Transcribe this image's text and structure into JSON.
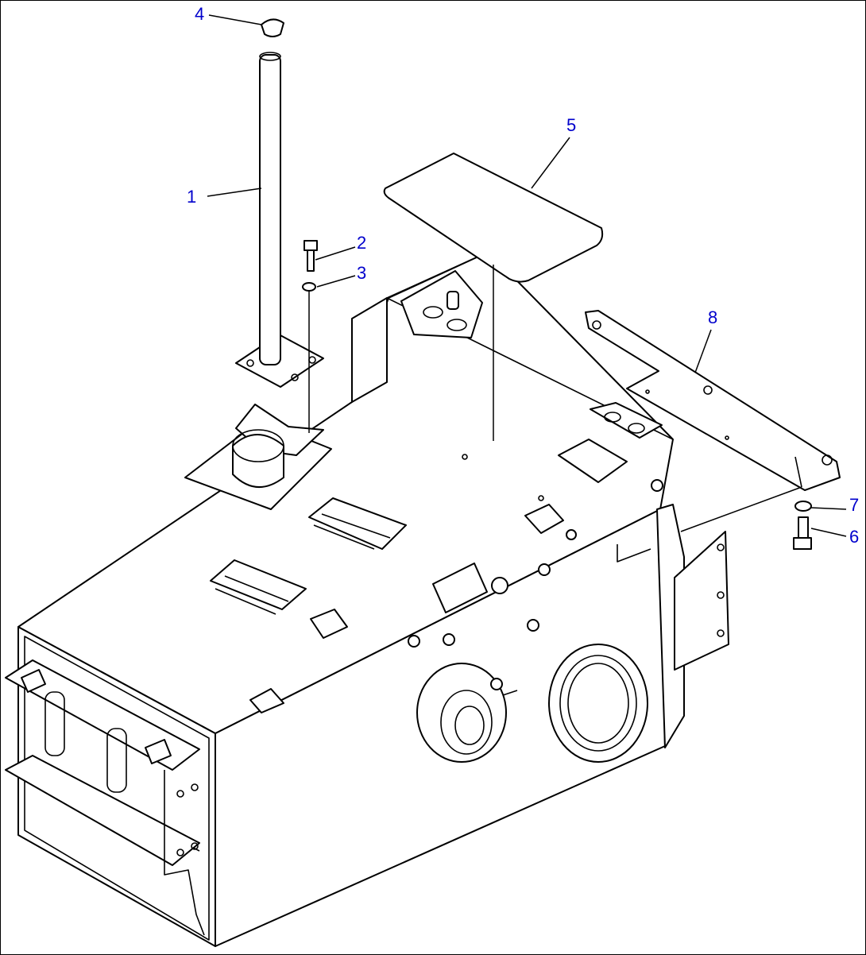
{
  "diagram": {
    "callouts": [
      {
        "id": "1",
        "label": "1"
      },
      {
        "id": "2",
        "label": "2"
      },
      {
        "id": "3",
        "label": "3"
      },
      {
        "id": "4",
        "label": "4"
      },
      {
        "id": "5",
        "label": "5"
      },
      {
        "id": "6",
        "label": "6"
      },
      {
        "id": "7",
        "label": "7"
      },
      {
        "id": "8",
        "label": "8"
      }
    ],
    "colors": {
      "callout": "#0000cc",
      "line": "#000000",
      "background": "#ffffff"
    }
  }
}
